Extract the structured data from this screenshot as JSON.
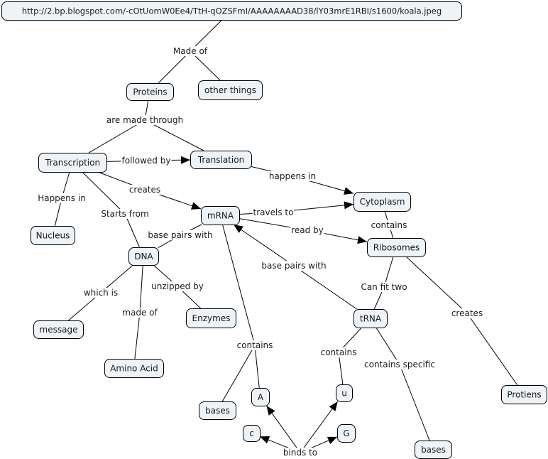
{
  "concept_map": {
    "nodes": [
      {
        "id": "url",
        "label": "http://2.bp.blogspot.com/-cOtUomW0Ee4/TtH-qOZSFmI/AAAAAAAAD38/lY03mrE1RBI/s1600/koala.jpeg"
      },
      {
        "id": "proteins",
        "label": "Proteins"
      },
      {
        "id": "other",
        "label": "other things"
      },
      {
        "id": "transcription",
        "label": "Transcription"
      },
      {
        "id": "translation",
        "label": "Translation"
      },
      {
        "id": "cytoplasm",
        "label": "Cytoplasm"
      },
      {
        "id": "nucleus",
        "label": "Nucleus"
      },
      {
        "id": "mrna",
        "label": "mRNA"
      },
      {
        "id": "ribosomes",
        "label": "Ribosomes"
      },
      {
        "id": "dna",
        "label": "DNA"
      },
      {
        "id": "message",
        "label": "message"
      },
      {
        "id": "enzymes",
        "label": "Enzymes"
      },
      {
        "id": "aminoacid",
        "label": "Amino Acid"
      },
      {
        "id": "trna",
        "label": "tRNA"
      },
      {
        "id": "a",
        "label": "A"
      },
      {
        "id": "u",
        "label": "u"
      },
      {
        "id": "c",
        "label": "c"
      },
      {
        "id": "g",
        "label": "G"
      },
      {
        "id": "bases1",
        "label": "bases"
      },
      {
        "id": "bases2",
        "label": "bases"
      },
      {
        "id": "protiens",
        "label": "Protiens"
      }
    ],
    "links": [
      {
        "id": "made-of",
        "label": "Made of"
      },
      {
        "id": "are-made-through",
        "label": "are made through"
      },
      {
        "id": "followed-by",
        "label": "followed by"
      },
      {
        "id": "happens-in-cyto",
        "label": "happens in"
      },
      {
        "id": "happens-in-nuc",
        "label": "Happens in"
      },
      {
        "id": "creates-mrna",
        "label": "creates"
      },
      {
        "id": "starts-from",
        "label": "Starts from"
      },
      {
        "id": "travels-to",
        "label": "travels to"
      },
      {
        "id": "contains-ribo",
        "label": "contains"
      },
      {
        "id": "read-by",
        "label": "read by"
      },
      {
        "id": "base-pairs-dna",
        "label": "base pairs with"
      },
      {
        "id": "base-pairs-trna",
        "label": "base pairs with"
      },
      {
        "id": "can-fit-two",
        "label": "Can fit two"
      },
      {
        "id": "creates-prot",
        "label": "creates"
      },
      {
        "id": "which-is",
        "label": "which is"
      },
      {
        "id": "unzipped-by",
        "label": "unzipped by"
      },
      {
        "id": "made-of-dna",
        "label": "made of"
      },
      {
        "id": "contains-mrna",
        "label": "contains"
      },
      {
        "id": "contains-trna",
        "label": "contains"
      },
      {
        "id": "contains-specific",
        "label": "contains specific"
      },
      {
        "id": "binds-to",
        "label": "binds to"
      }
    ]
  }
}
